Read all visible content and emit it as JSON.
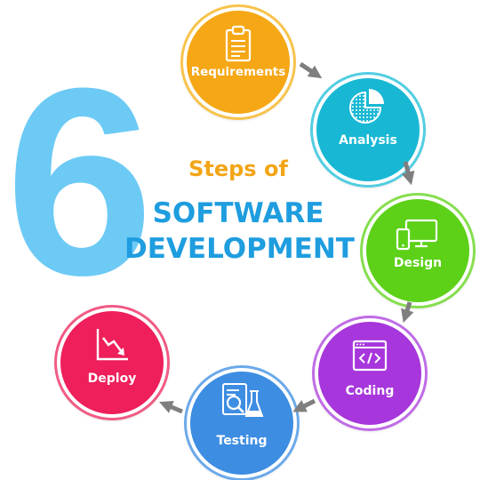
{
  "number": "6",
  "title": {
    "line1": "Steps of",
    "line2": "SOFTWARE",
    "line3": "DEVELOPMENT"
  },
  "steps": [
    {
      "label": "Requirements",
      "icon": "clipboard-icon",
      "color": "#f5a716",
      "ring": "#f8c34c"
    },
    {
      "label": "Analysis",
      "icon": "pie-chart-icon",
      "color": "#18b8d4",
      "ring": "#52cde2"
    },
    {
      "label": "Design",
      "icon": "devices-icon",
      "color": "#5cd118",
      "ring": "#86de4e"
    },
    {
      "label": "Coding",
      "icon": "code-window-icon",
      "color": "#a736dc",
      "ring": "#bf6ce6"
    },
    {
      "label": "Testing",
      "icon": "testing-icon",
      "color": "#3d8de2",
      "ring": "#6ba9ea"
    },
    {
      "label": "Deploy",
      "icon": "chart-down-icon",
      "color": "#ee1f5a",
      "ring": "#f25a84"
    }
  ],
  "arrow_color": "#808080"
}
